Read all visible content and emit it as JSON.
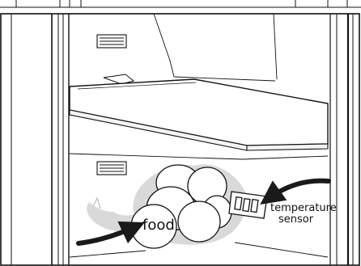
{
  "labels": {
    "food": "food",
    "sensor_line1": "temperature",
    "sensor_line2": "sensor"
  },
  "colors": {
    "line": "#111111",
    "shadow": "#d9d9d9",
    "shadow_dark": "#bdbdbd",
    "arrow": "#1a1a1a"
  },
  "icons": {
    "vents": "vent-grille-icon",
    "sensor": "temperature-sensor-icon",
    "arrow": "arrow-icon"
  }
}
